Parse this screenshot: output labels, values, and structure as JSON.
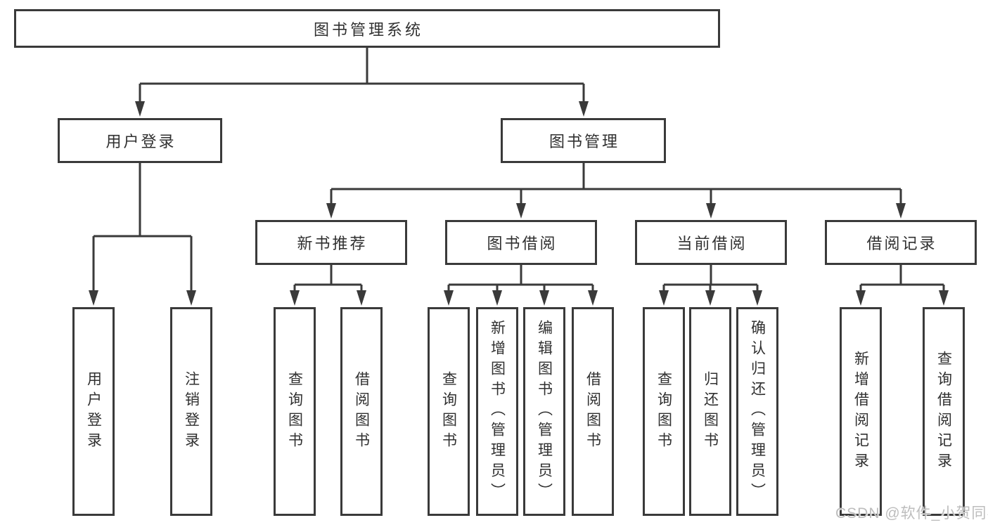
{
  "colors": {
    "line": "#3a3a3a",
    "text": "#303030",
    "watermark": "#bdbdbd",
    "bg": "#ffffff"
  },
  "tree": {
    "root": "图书管理系统",
    "children": [
      {
        "label": "用户登录",
        "children": [
          "用户登录",
          "注销登录"
        ]
      },
      {
        "label": "图书管理",
        "children": [
          {
            "label": "新书推荐",
            "children": [
              "查询图书",
              "借阅图书"
            ]
          },
          {
            "label": "图书借阅",
            "children": [
              "查询图书",
              "新增图书（管理员）",
              "编辑图书（管理员）",
              "借阅图书"
            ]
          },
          {
            "label": "当前借阅",
            "children": [
              "查询图书",
              "归还图书",
              "确认归还（管理员）"
            ]
          },
          {
            "label": "借阅记录",
            "children": [
              "新增借阅记录",
              "查询借阅记录"
            ]
          }
        ]
      }
    ]
  },
  "watermark": "CSDN @软件_小贺同学"
}
